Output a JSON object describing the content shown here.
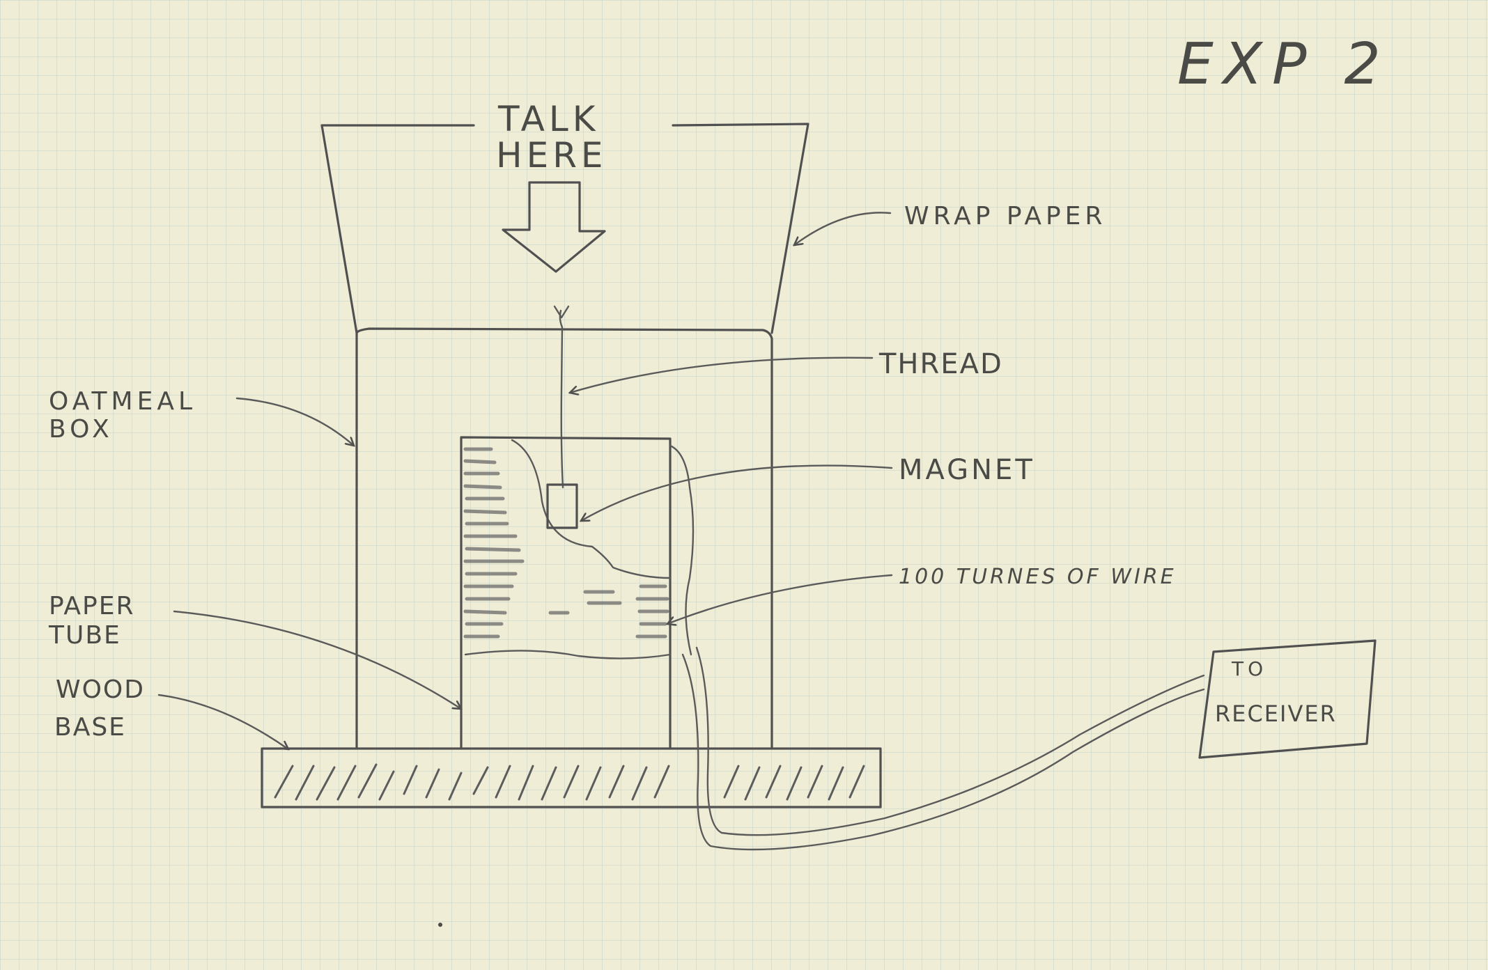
{
  "title": "EXP  2",
  "labels": {
    "talk_line1": "TALK",
    "talk_line2": "HERE",
    "wrap_paper": "WRAP PAPER",
    "thread": "THREAD",
    "oatmeal_line1": "OATMEAL",
    "oatmeal_line2": "BOX",
    "magnet": "MAGNET",
    "turns_of_wire": "100 TURNES OF WIRE",
    "paper_line1": "PAPER",
    "paper_line2": "TUBE",
    "wood_line1": "WOOD",
    "wood_line2": "BASE",
    "to": "TO",
    "receiver": "RECEIVER"
  },
  "colors": {
    "paper": "#efedd6",
    "grid_line": "#c9d6cc",
    "pencil": "#505050"
  }
}
